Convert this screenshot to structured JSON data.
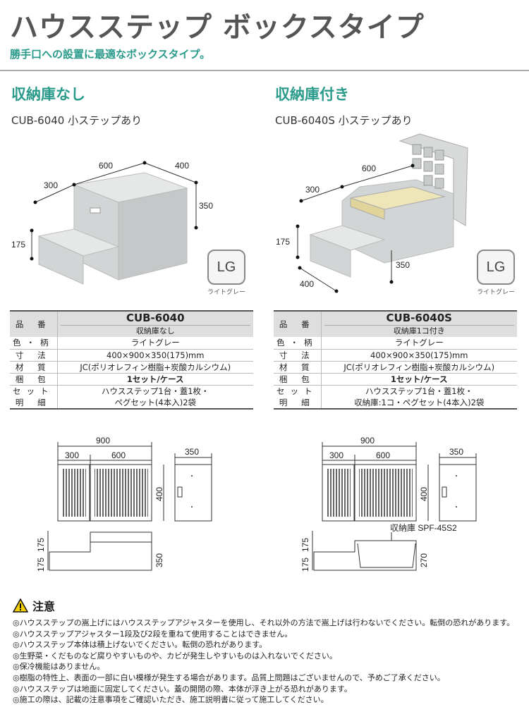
{
  "header": {
    "title": "ハウスステップ ボックスタイプ",
    "subtitle": "勝手口への設置に最適なボックスタイプ。"
  },
  "left": {
    "section": "収納庫なし",
    "model": "CUB-6040 小ステップあり",
    "dims": {
      "w600": "600",
      "d400": "400",
      "s300": "300",
      "h350": "350",
      "h175": "175"
    },
    "badge": "LG",
    "badge_caption": "ライトグレー"
  },
  "right": {
    "section": "収納庫付き",
    "model": "CUB-6040S 小ステップあり",
    "dims": {
      "w600": "600",
      "d400": "400",
      "s300": "300",
      "h350": "350",
      "h175": "175"
    },
    "badge": "LG",
    "badge_caption": "ライトグレー"
  },
  "spec_left": {
    "rows": [
      {
        "label": "品 番",
        "code": "CUB-6040",
        "sub": "収納庫なし"
      },
      {
        "label": "色・柄",
        "value": "ライトグレー"
      },
      {
        "label": "寸 法",
        "value": "400×900×350(175)mm"
      },
      {
        "label": "材 質",
        "value": "JC(ポリオレフィン樹脂+炭酸カルシウム)"
      },
      {
        "label": "梱 包",
        "value": "1セット/ケース"
      },
      {
        "label1": "セット",
        "label2": "明 細",
        "value1": "ハウスステップ1台・蓋1枚・",
        "value2": "ペグセット(4本入)2袋"
      }
    ]
  },
  "spec_right": {
    "rows": [
      {
        "label": "品 番",
        "code": "CUB-6040S",
        "sub": "収納庫1コ付き"
      },
      {
        "label": "色・柄",
        "value": "ライトグレー"
      },
      {
        "label": "寸 法",
        "value": "400×900×350(175)mm"
      },
      {
        "label": "材 質",
        "value": "JC(ポリオレフィン樹脂+炭酸カルシウム)"
      },
      {
        "label": "梱 包",
        "value": "1セット/ケース"
      },
      {
        "label1": "セット",
        "label2": "明 細",
        "value1": "ハウスステップ1台・蓋1枚・",
        "value2": "収納庫:1コ・ペグセット(4本入)2袋"
      }
    ]
  },
  "drawing_left": {
    "total": "900",
    "a": "300",
    "b": "600",
    "side": "350",
    "depth": "400",
    "h1": "175",
    "h2": "175",
    "h3": "350"
  },
  "drawing_right": {
    "total": "900",
    "a": "300",
    "b": "600",
    "side": "350",
    "depth": "400",
    "h1": "175",
    "h2": "175",
    "h3": "270",
    "storage": "収納庫 SPF-45S2"
  },
  "caution": {
    "title": "注意",
    "items": [
      "◎ハウスステップの嵩上げにはハウスステップアジャスターを使用し、それ以外の方法で嵩上げは行わないでください。転倒の恐れがあります。",
      "◎ハウスステップアジャスター1段及び2段を重ねて使用することはできません。",
      "◎ハウスステップ本体は積上げないでください。転倒の恐れがあります。",
      "◎生野菜・くだものなど腐りやすいものや、カビが発生しやすいものは入れないでください。",
      "◎保冷機能はありません。",
      "◎樹脂の特性上、表面の一部に白い模様が発生する場合があります。品質上問題はございませんので、予めご了承ください。",
      "◎ハウスステップは地面に固定してください。蓋の開閉の際、本体が浮き上がる恐れがあります。",
      "◎施工の際は、記載の注意事項をご確認いただき、施工説明書に従って施工してください。"
    ]
  }
}
